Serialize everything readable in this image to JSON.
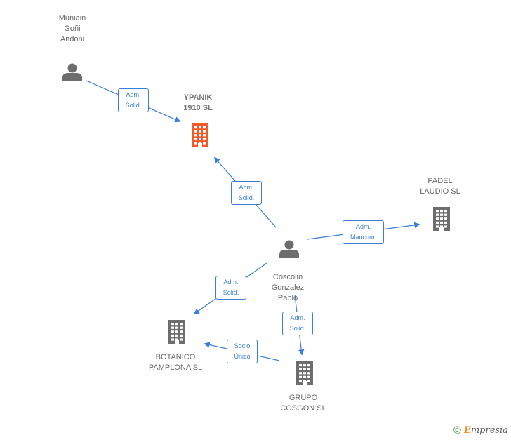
{
  "colors": {
    "edge": "#3a7fd5",
    "person": "#6d6d6d",
    "company": "#6d6d6d",
    "highlight": "#f05a28"
  },
  "nodes": [
    {
      "id": "muniain",
      "type": "person",
      "label": "Muniain\nGoñi\nAndoni"
    },
    {
      "id": "ypanik",
      "type": "company",
      "label": "YPANIK\n1910 SL",
      "highlight": true
    },
    {
      "id": "padel",
      "type": "company",
      "label": "PADEL\nLAUDIO SL"
    },
    {
      "id": "coscolin",
      "type": "person",
      "label": "Coscolin\nGonzalez\nPablo"
    },
    {
      "id": "botanico",
      "type": "company",
      "label": "BOTANICO\nPAMPLONA SL"
    },
    {
      "id": "grupo",
      "type": "company",
      "label": "GRUPO\nCOSGON SL"
    }
  ],
  "edges": [
    {
      "from": "muniain",
      "to": "ypanik",
      "label": "Adm.\nSolid."
    },
    {
      "from": "coscolin",
      "to": "ypanik",
      "label": "Adm.\nSolid."
    },
    {
      "from": "coscolin",
      "to": "padel",
      "label": "Adm.\nMancom."
    },
    {
      "from": "coscolin",
      "to": "botanico",
      "label": "Adm.\nSolid."
    },
    {
      "from": "coscolin",
      "to": "grupo",
      "label": "Adm.\nSolid."
    },
    {
      "from": "grupo",
      "to": "botanico",
      "label": "Socio\nÚnico"
    }
  ],
  "footer": {
    "copyright": "©",
    "brand_first": "E",
    "brand_rest": "mpresia"
  }
}
